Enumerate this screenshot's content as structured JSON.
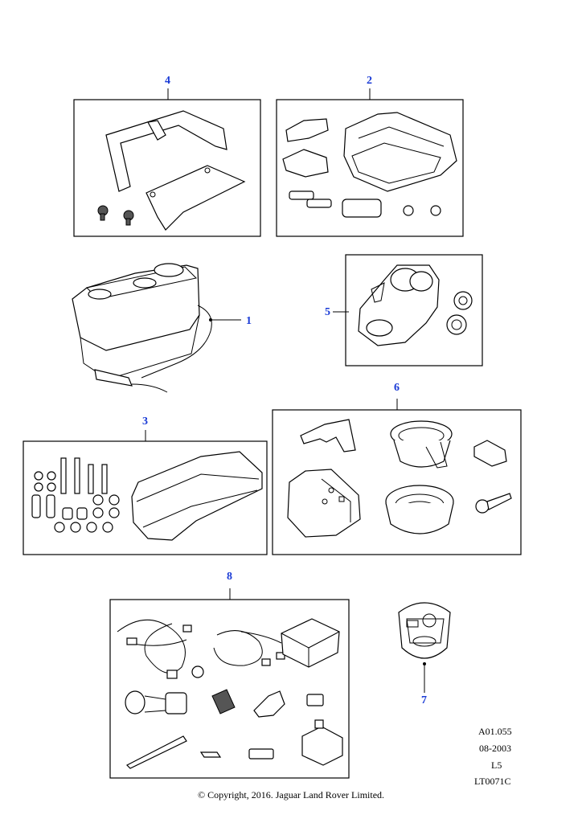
{
  "callouts": {
    "c1": "1",
    "c2": "2",
    "c3": "3",
    "c4": "4",
    "c5": "5",
    "c6": "6",
    "c7": "7",
    "c8": "8"
  },
  "meta": {
    "ref": "A01.055",
    "date": "08-2003",
    "level": "L5",
    "code": "LT0071C"
  },
  "copyright": "© Copyright, 2016. Jaguar Land Rover Limited.",
  "colors": {
    "callout": "#1a3bd6",
    "line": "#000000"
  }
}
